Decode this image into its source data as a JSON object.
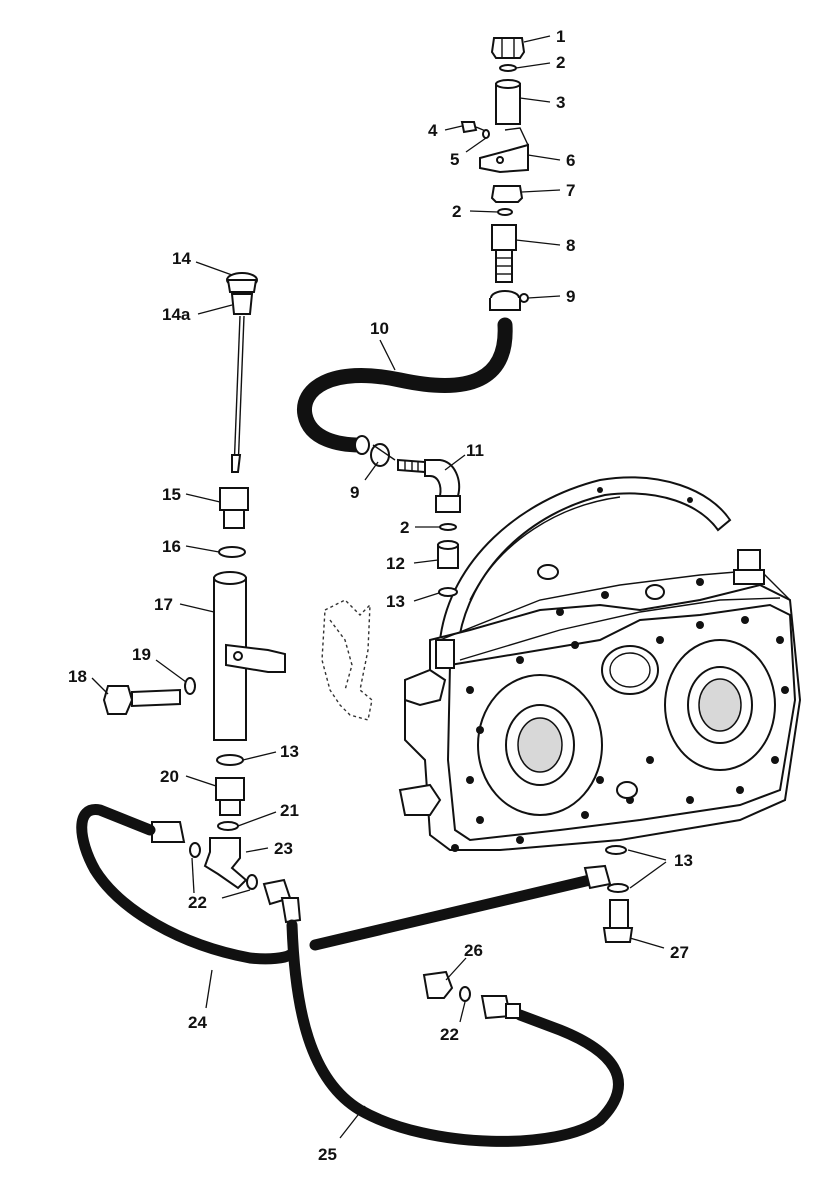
{
  "callouts": {
    "c1": "1",
    "c2a": "2",
    "c3": "3",
    "c4": "4",
    "c5": "5",
    "c6": "6",
    "c7": "7",
    "c2b": "2",
    "c8": "8",
    "c9a": "9",
    "c10": "10",
    "c9b": "9",
    "c11": "11",
    "c14": "14",
    "c14a": "14a",
    "c15": "15",
    "c16": "16",
    "c17": "17",
    "c2c": "2",
    "c12": "12",
    "c13a": "13",
    "c19": "19",
    "c18": "18",
    "c13b": "13",
    "c20": "20",
    "c21": "21",
    "c23": "23",
    "c22a": "22",
    "c13c": "13",
    "c27": "27",
    "c26": "26",
    "c22b": "22",
    "c24": "24",
    "c25": "25"
  }
}
